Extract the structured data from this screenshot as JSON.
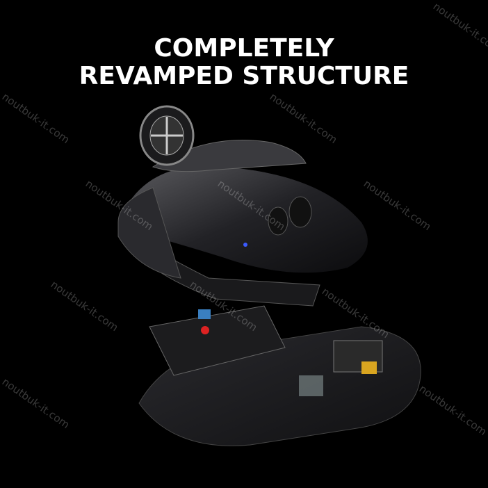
{
  "headline": {
    "line1": "COMPLETELY",
    "line2": "REVAMPED STRUCTURE"
  },
  "watermark": "noutbuk-it.com"
}
